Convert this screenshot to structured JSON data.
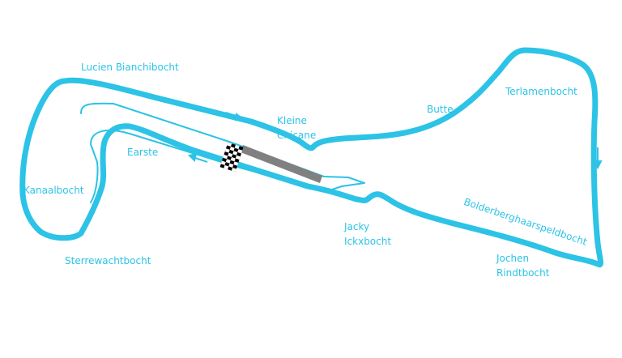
{
  "colors": {
    "track": "#2cc3e6",
    "pit_lane": "#2cc3e6",
    "pit_building": "#808080",
    "label": "#2cc3e6",
    "background": "#ffffff"
  },
  "icons": {
    "finish_flag": "checkered-flag-icon",
    "direction_arrows": "direction-arrow-icon"
  },
  "corners": {
    "lucien_bianchibocht": "Lucien Bianchibocht",
    "kleine_chicane_line1": "Kleine",
    "kleine_chicane_line2": "Chicane",
    "butte": "Butte",
    "terlamenbocht": "Terlamenbocht",
    "earste": "Earste",
    "kanaalbocht": "Kanaalbocht",
    "sterrewachtbocht": "Sterrewachtbocht",
    "jacky_ickxbocht_line1": "Jacky",
    "jacky_ickxbocht_line2": "Ickxbocht",
    "bolderberghaarspeldbocht": "Bolderberghaarspeldbocht",
    "jochen_rindtbocht_line1": "Jochen",
    "jochen_rindtbocht_line2": "Rindtbocht"
  }
}
